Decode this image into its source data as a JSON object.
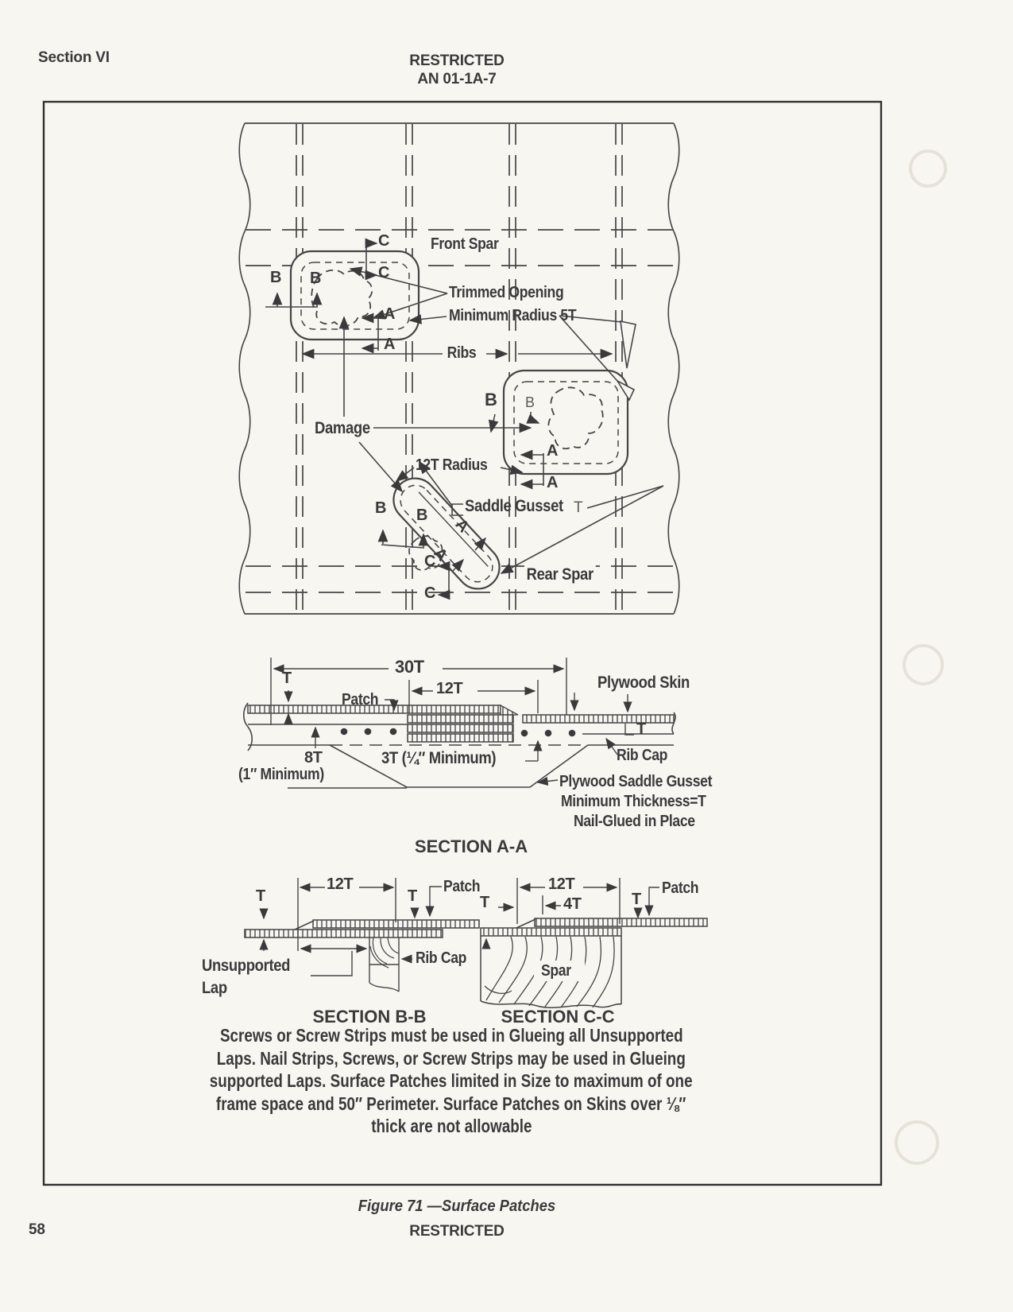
{
  "header": {
    "section": "Section VI",
    "classification": "RESTRICTED",
    "doc_number": "AN 01-1A-7"
  },
  "figure": {
    "plan": {
      "front_spar": "Front Spar",
      "trimmed_opening": "Trimmed Opening",
      "minimum_radius": "Minimum Radius 5T",
      "ribs": "Ribs",
      "damage": "Damage",
      "radius_12t": "12T Radius",
      "saddle_gusset": "Saddle Gusset",
      "gusset_t": "T",
      "rear_spar": "Rear Spar",
      "markers": {
        "c1": "C",
        "c2": "C",
        "b1": "B",
        "b2": "B",
        "a1": "A",
        "a2": "A",
        "b3": "B",
        "b4": "B",
        "a3": "A",
        "a4": "A",
        "b5": "B",
        "b6": "B",
        "a5": "A",
        "a6": "A",
        "c3": "C",
        "c4": "C"
      }
    },
    "section_aa": {
      "title": "SECTION A-A",
      "dim_30t": "30T",
      "dim_12t": "12T",
      "t_left": "T",
      "patch": "Patch",
      "plywood_skin": "Plywood Skin",
      "dim_8t": "8T",
      "min_1in": "(1″ Minimum)",
      "dim_3t": "3T (¼″ Minimum)",
      "rib_cap": "Rib Cap",
      "t_bracket": "T",
      "gusset_note_line1": "Plywood Saddle Gusset",
      "gusset_note_line2": "Minimum Thickness=T",
      "gusset_note_line3": "Nail-Glued in Place"
    },
    "section_bb": {
      "title": "SECTION B-B",
      "t_left": "T",
      "dim_12t": "12T",
      "t_right": "T",
      "patch": "Patch",
      "rib_cap": "Rib Cap",
      "unsupported": "Unsupported",
      "lap": "Lap"
    },
    "section_cc": {
      "title": "SECTION C-C",
      "t_left": "T",
      "dim_12t": "12T",
      "dim_4t": "4T",
      "t_right": "T",
      "patch": "Patch",
      "spar": "Spar"
    },
    "note": {
      "line1": "Screws or Screw Strips must be used in Glueing all Unsupported",
      "line2": "Laps. Nail Strips, Screws, or Screw Strips may be used in Glueing",
      "line3": "supported Laps. Surface Patches limited in Size to maximum of one",
      "line4": "frame space and 50″ Perimeter. Surface Patches on Skins over ⅛″",
      "line5": "thick are not allowable"
    },
    "caption": "Figure 71 —Surface Patches"
  },
  "footer": {
    "page_number": "58",
    "classification": "RESTRICTED"
  }
}
